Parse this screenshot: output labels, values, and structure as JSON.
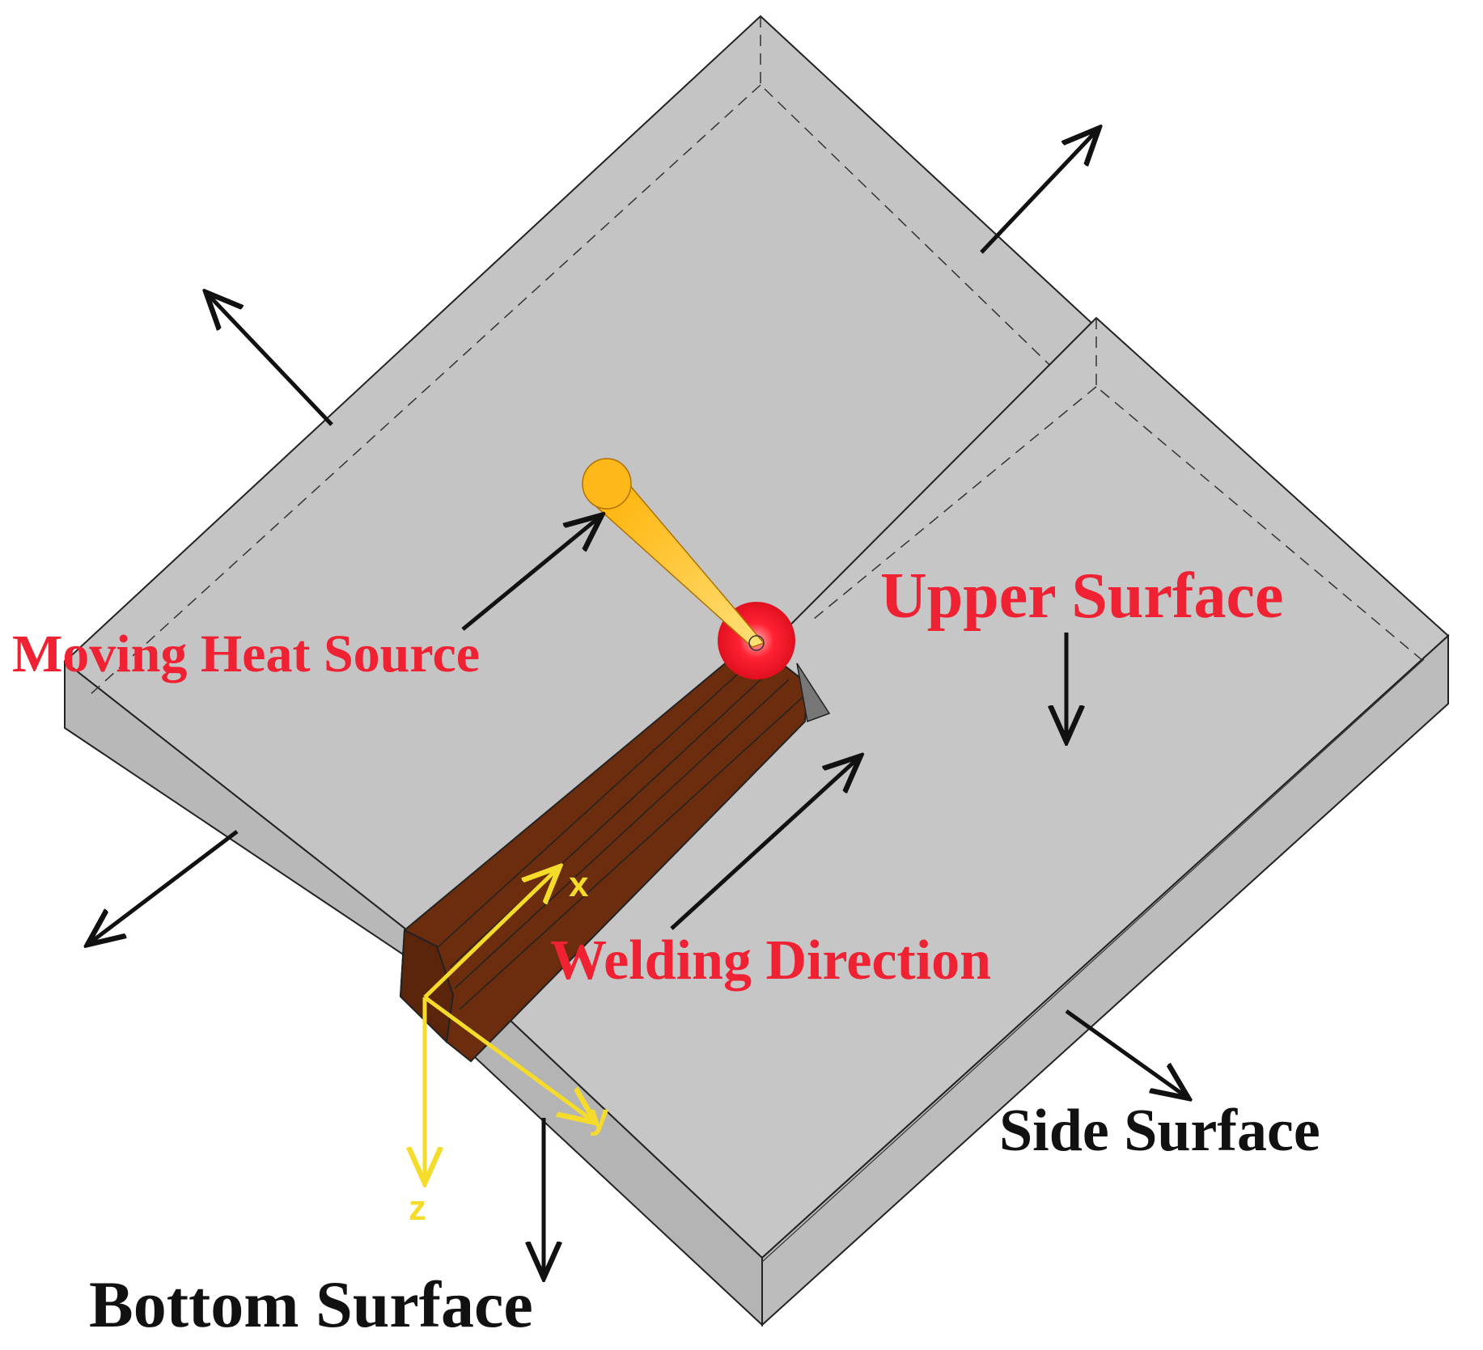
{
  "labels": {
    "moving_heat_source": "Moving Heat Source",
    "upper_surface": "Upper Surface",
    "welding_direction": "Welding Direction",
    "side_surface": "Side Surface",
    "bottom_surface": "Bottom Surface"
  },
  "axes": {
    "x": "x",
    "y": "y",
    "z": "z"
  },
  "colors": {
    "plate_top": "#c4c4c4",
    "plate_side": "#b9b9b9",
    "weld_bead": "#6b2d0e",
    "heat_source": "#ffc21a",
    "heat_spot": "#ff1a2a",
    "label_red": "#ee2233",
    "axis_yellow": "#f5dc2a"
  }
}
